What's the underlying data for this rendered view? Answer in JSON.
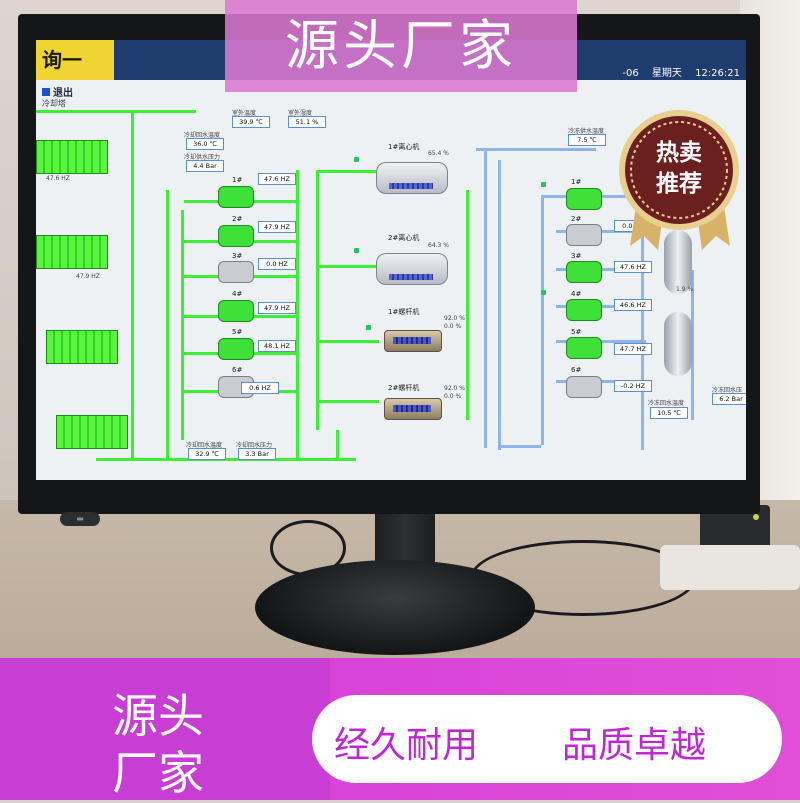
{
  "colors": {
    "banner": "#dc78d2",
    "band": "#d23ad8",
    "slogan_text": "#c026d3",
    "badge": "#6b1f1f",
    "pipe_green": "#3bef34",
    "pipe_blue": "#8fb4e6",
    "topbar": "#1f3c6e"
  },
  "promo": {
    "banner_text": "源头厂家",
    "badge_line1": "热卖",
    "badge_line2": "推荐",
    "bottom_left_line1": "源头",
    "bottom_left_line2": "厂家",
    "slogan1": "经久耐用",
    "slogan2": "品质卓越"
  },
  "screen": {
    "title": "询一",
    "date": "-06",
    "weekday": "星期天",
    "time": "12:26:21",
    "exit": "退出",
    "cooling_tower": "冷却塔",
    "left_labels": {
      "l1": "冷却回水温度",
      "l2": "冷却供水压力",
      "v1": "36.0 ℃",
      "v2": "4.4 Bar",
      "out_temp": "室外温度",
      "out_temp_val": "39.9 ℃",
      "out_hum": "室外湿度",
      "out_hum_val": "51.1 %",
      "bottom1": "冷却回水温度",
      "bottom1_val": "32.9 ℃",
      "bottom2": "冷却回水压力",
      "bottom2_val": "3.3 Bar"
    },
    "cooling_pumps": [
      {
        "name": "1#",
        "freq": "47.6 HZ"
      },
      {
        "name": "2#",
        "freq": "47.9 HZ"
      },
      {
        "name": "3#",
        "freq": "0.0 HZ"
      },
      {
        "name": "4#",
        "freq": "47.9 HZ"
      },
      {
        "name": "5#",
        "freq": "48.1 HZ"
      },
      {
        "name": "6#",
        "freq": "0.6 HZ"
      }
    ],
    "chillers": [
      {
        "name": "1#离心机",
        "load": "65.4 %"
      },
      {
        "name": "2#离心机",
        "load": "64.3 %"
      },
      {
        "name": "1#螺杆机",
        "load": "92.0 %",
        "load2": "0.0 %"
      },
      {
        "name": "2#螺杆机",
        "load": "92.0 %",
        "load2": "0.0 %"
      }
    ],
    "chilled_supply_temp": "冷冻供水温度",
    "chilled_supply_val": "7.5 ℃",
    "chilled_pumps": [
      {
        "name": "1#",
        "freq": ""
      },
      {
        "name": "2#",
        "freq": "0.0 HZ"
      },
      {
        "name": "3#",
        "freq": "47.6 HZ"
      },
      {
        "name": "4#",
        "freq": "46.6 HZ"
      },
      {
        "name": "5#",
        "freq": "47.7 HZ"
      },
      {
        "name": "6#",
        "freq": "-0.2 HZ"
      }
    ],
    "right_labels": {
      "r1": "冷冻回水压力",
      "r1_val": "6.2 Bar",
      "r2": "冷冻回水温度",
      "r2_val": "10.5 ℃",
      "pct": "1.9 %"
    }
  }
}
